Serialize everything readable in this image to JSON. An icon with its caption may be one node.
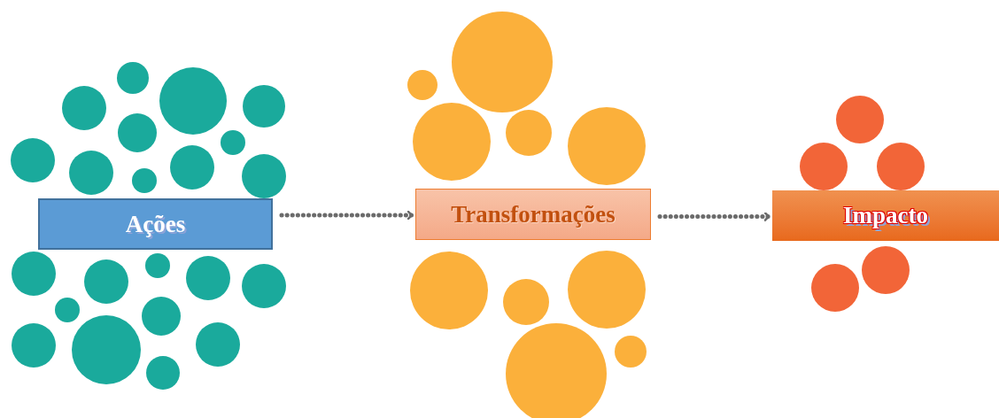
{
  "diagram": {
    "nodes": [
      {
        "text": [
          "Ações"
        ]
      },
      {
        "text": [
          "Transformações"
        ]
      },
      {
        "text": [
          "Impacto"
        ]
      }
    ],
    "edges": [
      {
        "from": 0,
        "to": 1,
        "arrow": "to",
        "style": "dashed"
      },
      {
        "from": 1,
        "to": 2,
        "arrow": "to",
        "style": "dashed"
      }
    ]
  }
}
